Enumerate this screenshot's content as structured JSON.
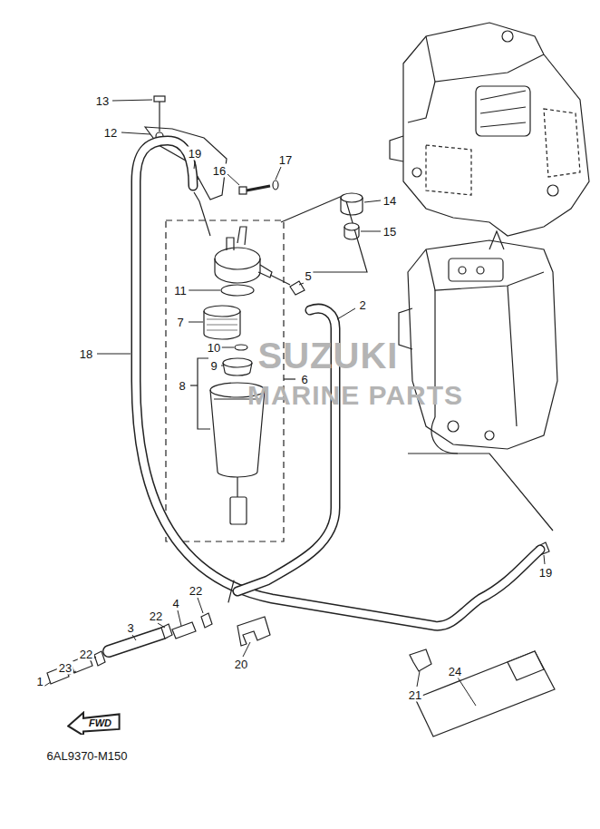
{
  "diagram": {
    "nodes": [
      {
        "text": [
          "FWD"
        ]
      }
    ],
    "labels": [
      "13",
      "12",
      "19",
      "17",
      "16",
      "14",
      "15",
      "5",
      "2",
      "11",
      "7",
      "18",
      "10",
      "9",
      "8",
      "6",
      "19",
      "22",
      "4",
      "22",
      "3",
      "22",
      "23",
      "1",
      "20",
      "21",
      "24",
      "6AL9370-M150",
      "SUZUKI",
      "MARINE PARTS"
    ]
  }
}
